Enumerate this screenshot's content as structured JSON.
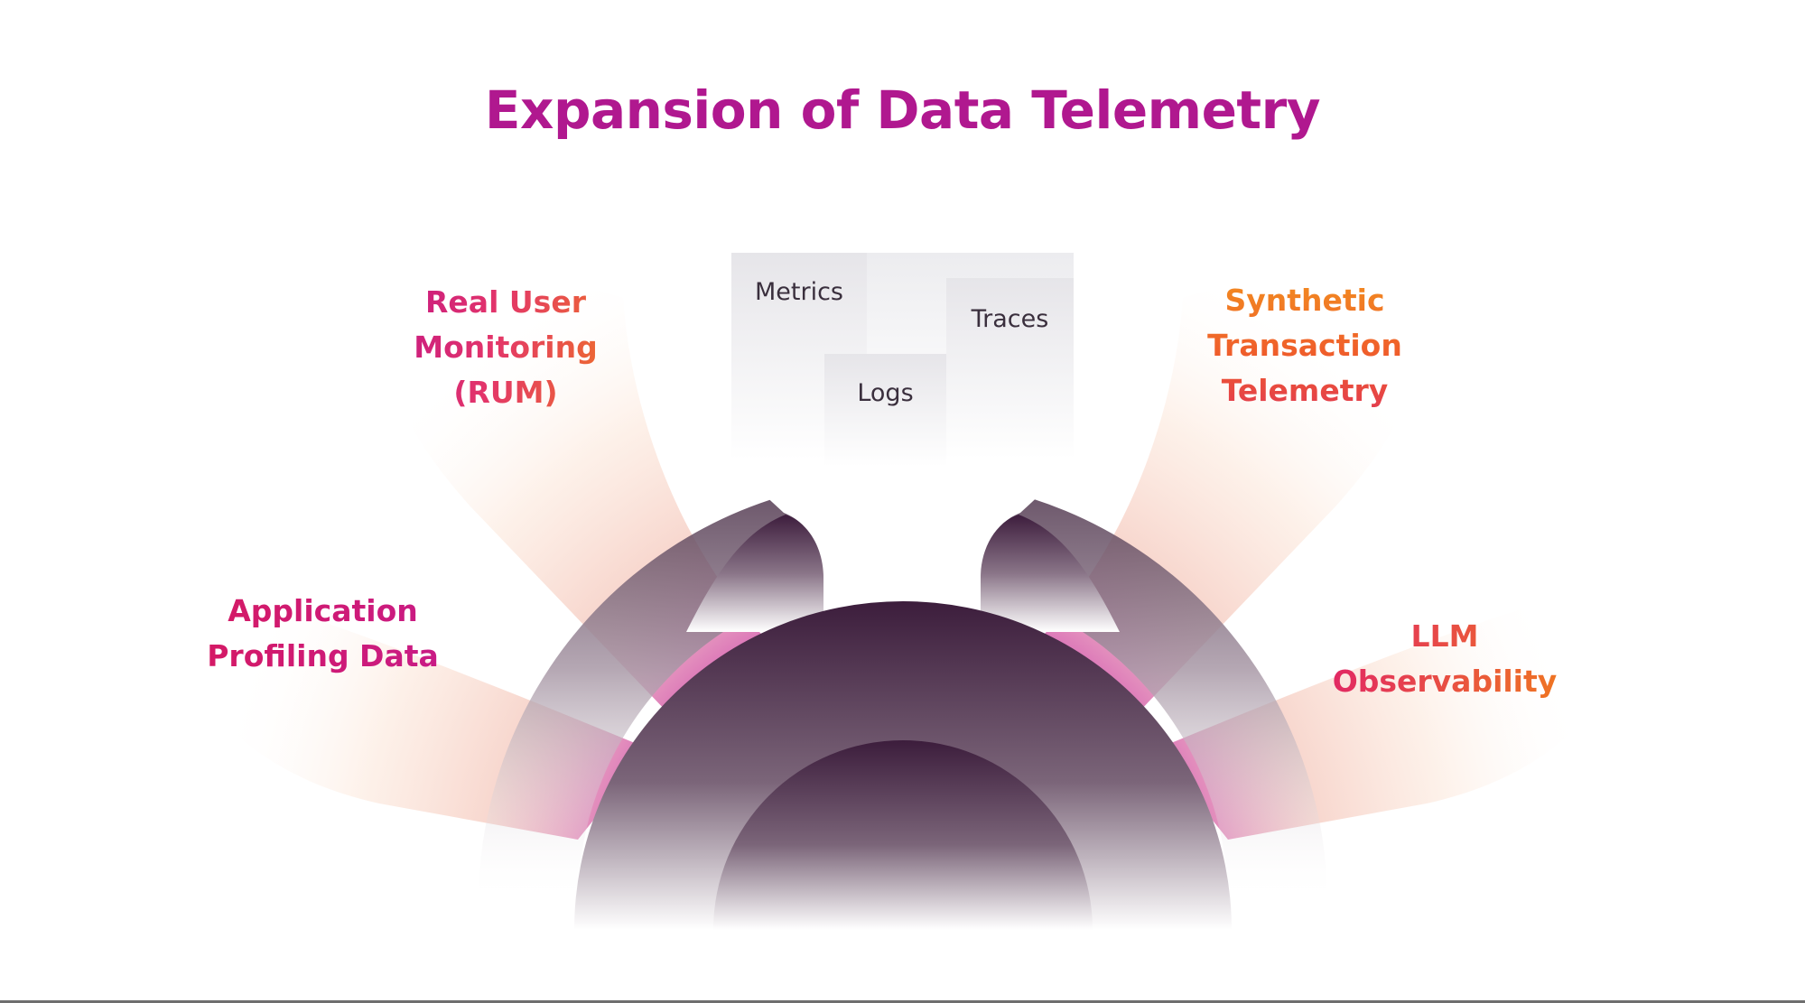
{
  "title": "Expansion of Data Telemetry",
  "core_signals": {
    "metrics": "Metrics",
    "logs": "Logs",
    "traces": "Traces"
  },
  "expansions": {
    "rum": [
      "Real User",
      "Monitoring",
      "(RUM)"
    ],
    "synthetic": [
      "Synthetic",
      "Transaction",
      "Telemetry"
    ],
    "app_profiling": [
      "Application",
      "Profiling Data"
    ],
    "llm": [
      "LLM",
      "Observability"
    ]
  },
  "colors": {
    "title": "#b0188f",
    "core_dark": "#3f1e3f",
    "fan_pink": "#d760b6",
    "fan_peach": "#f8d9c3",
    "box_gray": "#e9e8eb"
  }
}
